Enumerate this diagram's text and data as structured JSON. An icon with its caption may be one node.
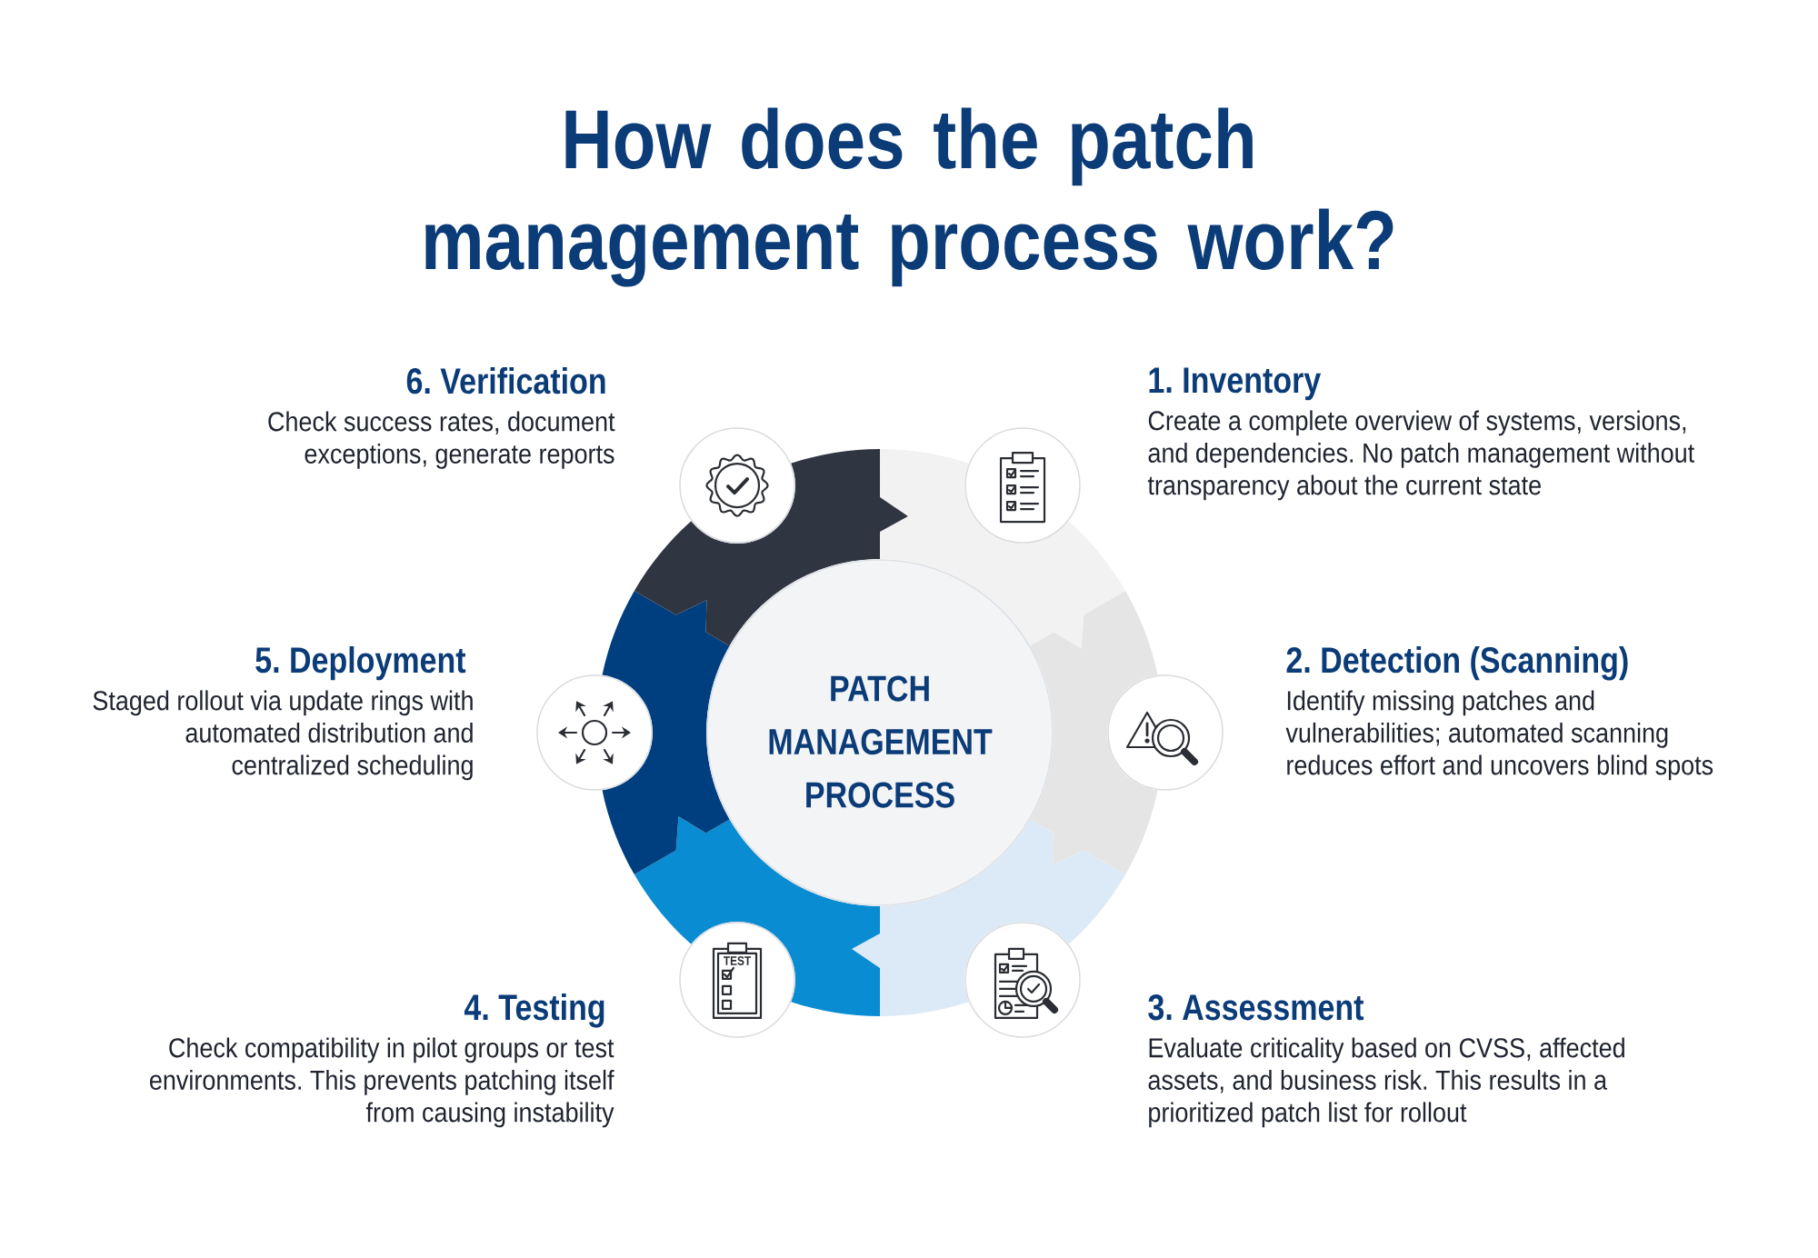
{
  "diagram": {
    "title": "How does the patch management process work?",
    "nodes": [
      {
        "text": [
          "PATCH MANAGEMENT PROCESS"
        ]
      },
      {
        "text": [],
        "shape": "circle",
        "beside": [
          "1. Inventory",
          "Create a complete overview of systems, versions, and dependencies. No patch management without transparency about the current state"
        ]
      },
      {
        "text": [],
        "shape": "circle",
        "beside": [
          "2. Detection (Scanning)",
          "Identify missing patches and vulnerabilities; automated scanning reduces effort and uncovers blind spots"
        ]
      },
      {
        "text": [],
        "shape": "circle",
        "beside": [
          "3. Assessment",
          "Evaluate criticality based on CVSS, affected assets, and business risk. This results in a prioritized patch list for rollout"
        ]
      },
      {
        "text": [],
        "shape": "circle",
        "beside": [
          "4. Testing",
          "Check compatibility in pilot groups or test environments. This prevents patching itself from causing instability"
        ]
      },
      {
        "text": [],
        "shape": "circle",
        "beside": [
          "5. Deployment",
          "Staged rollout via update rings with automated distribution and centralized scheduling"
        ]
      },
      {
        "text": [],
        "shape": "circle",
        "beside": [
          "6. Verification",
          "Check success rates, document exceptions, generate reports"
        ]
      }
    ],
    "labels": [
      "TEST"
    ]
  }
}
